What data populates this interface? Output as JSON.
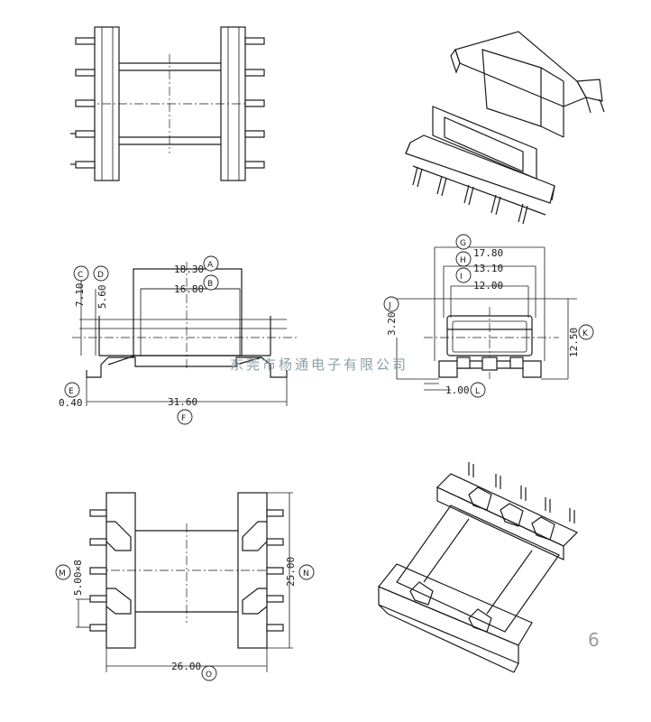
{
  "dimensions": {
    "a": {
      "bubble": "A",
      "value": "18.30"
    },
    "b": {
      "bubble": "B",
      "value": "16.80"
    },
    "c": {
      "bubble": "C",
      "value": "7.10"
    },
    "d": {
      "bubble": "D",
      "value": "5.60"
    },
    "e": {
      "bubble": "E",
      "value": "0.40"
    },
    "f": {
      "bubble": "F",
      "value": "31.60"
    },
    "g": {
      "bubble": "G",
      "value": "17.80"
    },
    "h": {
      "bubble": "H",
      "value": "13.10"
    },
    "i": {
      "bubble": "I",
      "value": "12.00"
    },
    "j": {
      "bubble": "J",
      "value": "3.20"
    },
    "k": {
      "bubble": "K",
      "value": "12.50"
    },
    "l": {
      "bubble": "L",
      "value": "1.00"
    },
    "m": {
      "bubble": "M",
      "value": "5.00×8"
    },
    "n": {
      "bubble": "N",
      "value": "25.00"
    },
    "o": {
      "bubble": "O",
      "value": "26.00"
    }
  },
  "watermark": "东莞市杨通电子有限公司",
  "page_number": "6"
}
